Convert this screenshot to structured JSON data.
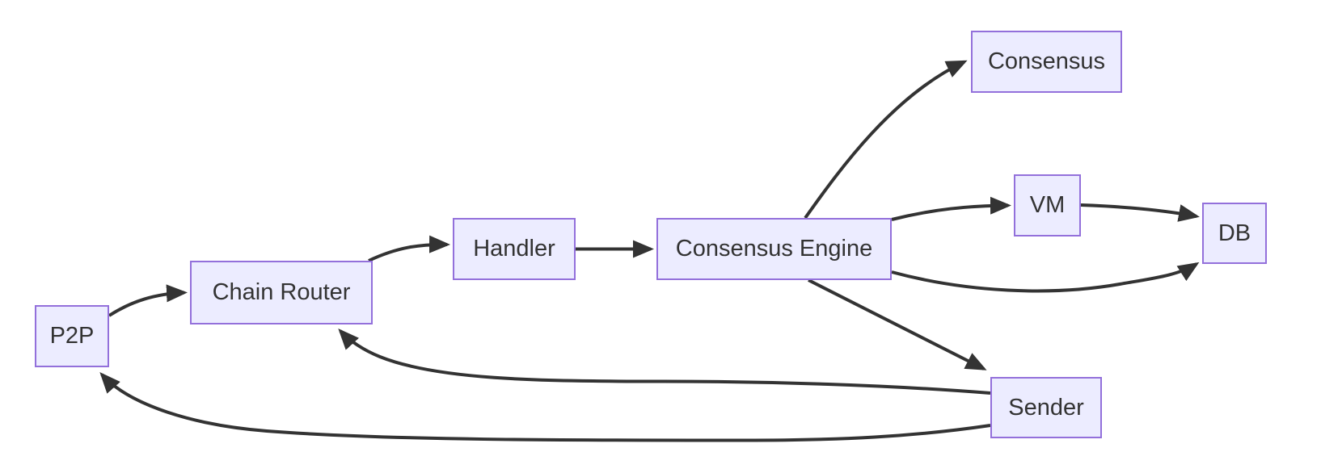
{
  "diagram": {
    "type": "flowchart",
    "direction": "left-to-right",
    "colors": {
      "background": "#FFFFFF",
      "node_fill": "#ECECFF",
      "node_border": "#9370DB",
      "edge_color": "#333333",
      "text_color": "#333333"
    },
    "nodes": {
      "p2p": {
        "label": "P2P"
      },
      "chain_router": {
        "label": "Chain Router"
      },
      "handler": {
        "label": "Handler"
      },
      "consensus_engine": {
        "label": "Consensus Engine"
      },
      "consensus": {
        "label": "Consensus"
      },
      "vm": {
        "label": "VM"
      },
      "db": {
        "label": "DB"
      },
      "sender": {
        "label": "Sender"
      }
    },
    "edges": [
      {
        "from": "P2P",
        "to": "Chain Router"
      },
      {
        "from": "Chain Router",
        "to": "Handler"
      },
      {
        "from": "Handler",
        "to": "Consensus Engine"
      },
      {
        "from": "Consensus Engine",
        "to": "Consensus"
      },
      {
        "from": "Consensus Engine",
        "to": "VM"
      },
      {
        "from": "VM",
        "to": "DB"
      },
      {
        "from": "Consensus Engine",
        "to": "DB"
      },
      {
        "from": "Consensus Engine",
        "to": "Sender"
      },
      {
        "from": "Sender",
        "to": "Chain Router"
      },
      {
        "from": "Sender",
        "to": "P2P"
      }
    ]
  }
}
